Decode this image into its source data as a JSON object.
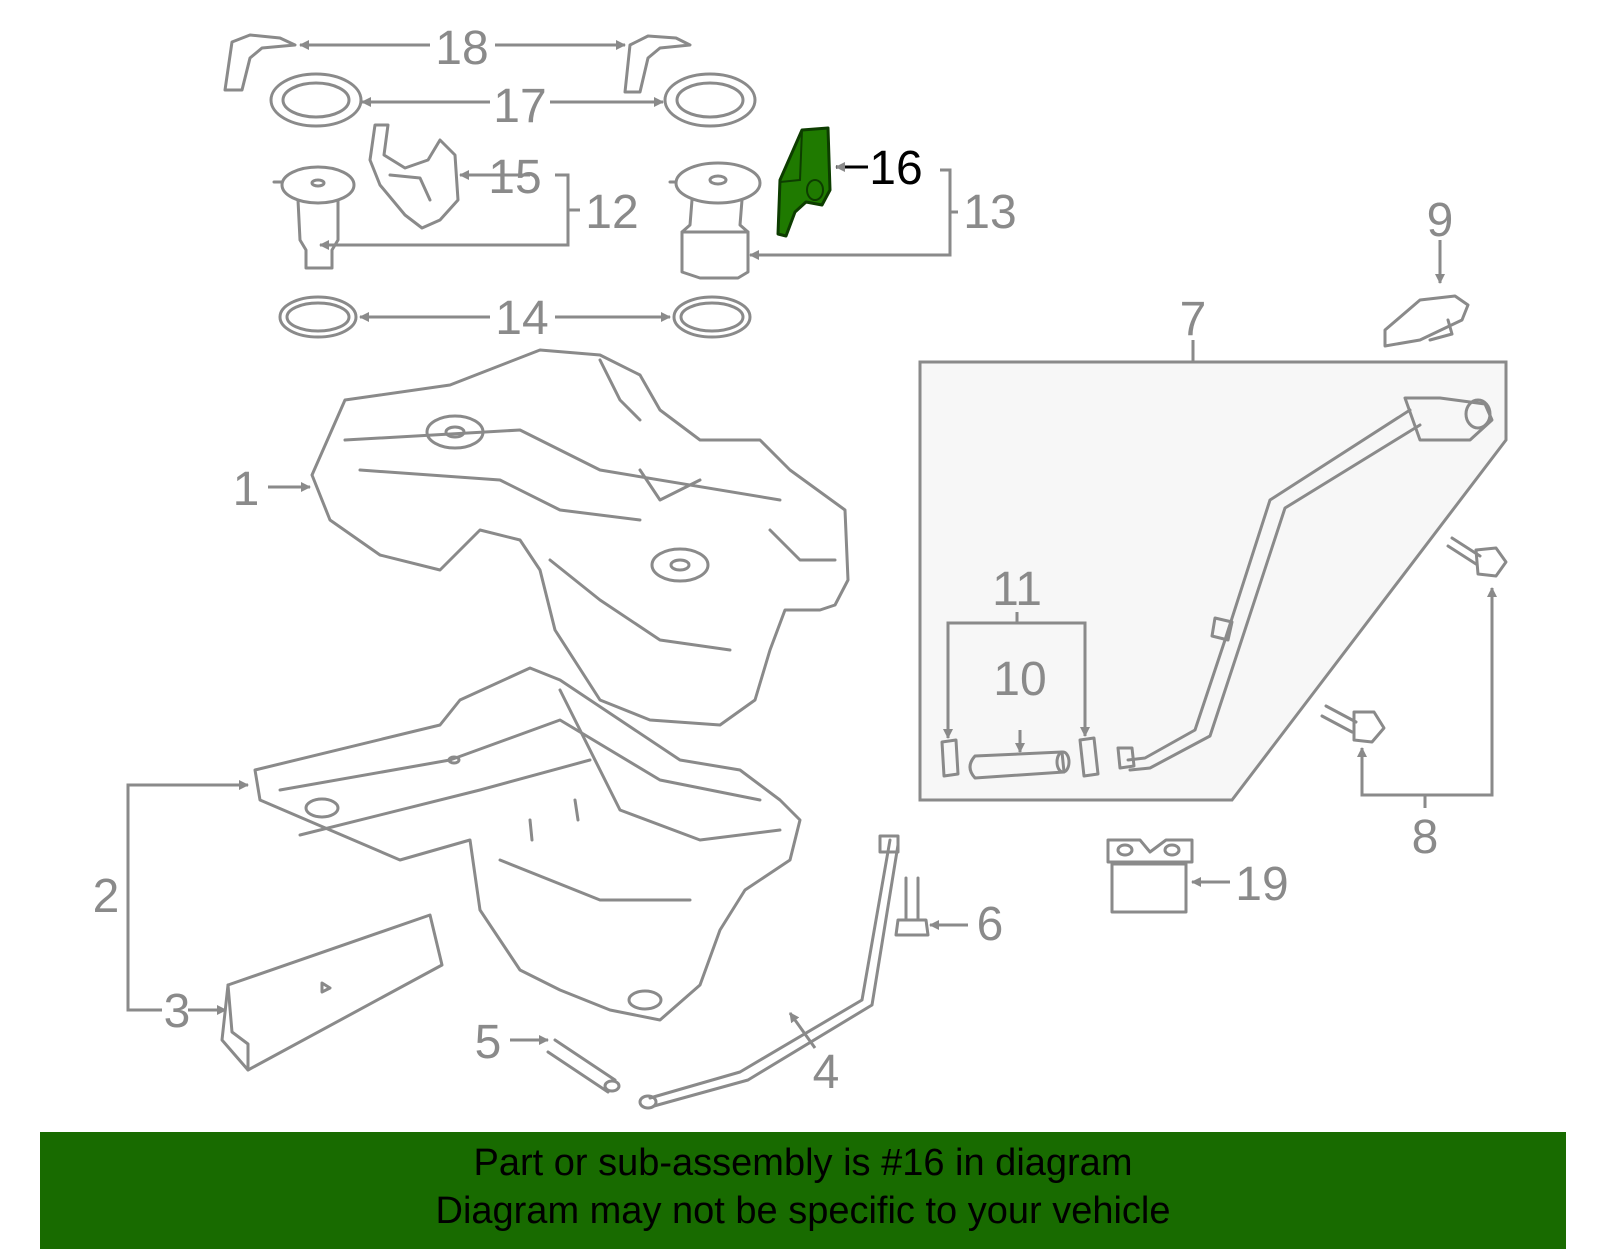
{
  "diagram": {
    "callouts": [
      "1",
      "2",
      "3",
      "4",
      "5",
      "6",
      "7",
      "8",
      "9",
      "10",
      "11",
      "12",
      "13",
      "14",
      "15",
      "16",
      "17",
      "18",
      "19"
    ],
    "highlighted_part": "16",
    "highlight_color": "#1f7a00",
    "line_color": "#8a8a8a"
  },
  "banner": {
    "line1": "Part or sub-assembly is #16 in diagram",
    "line2": "Diagram may not be specific to your vehicle",
    "background": "#186b00"
  }
}
